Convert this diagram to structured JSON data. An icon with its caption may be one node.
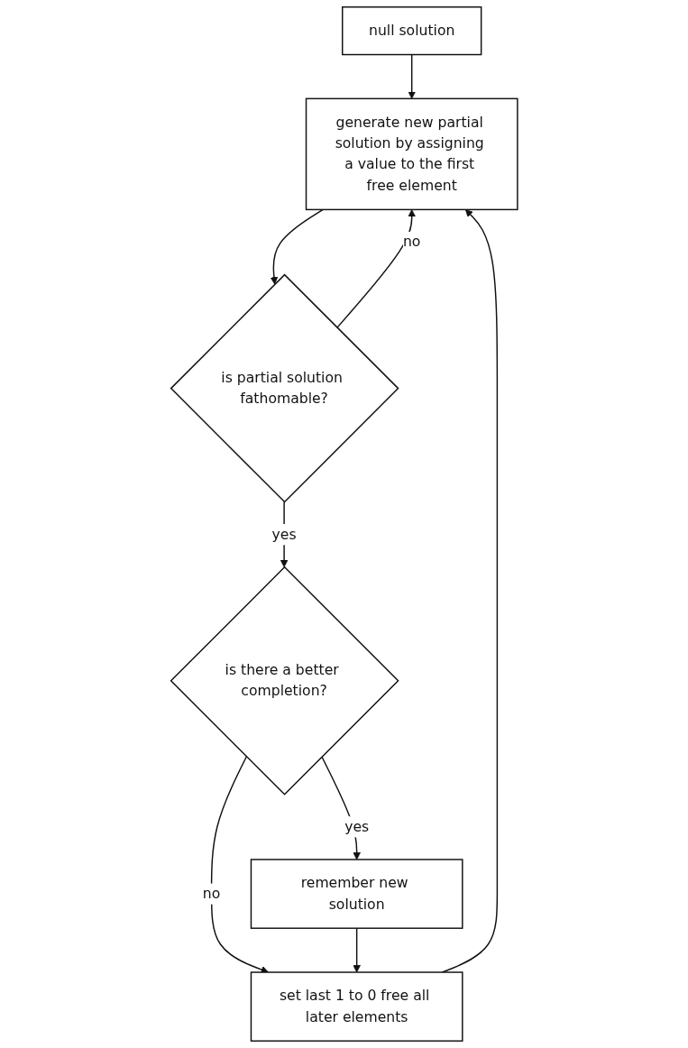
{
  "diagram": {
    "nodes": [
      {
        "text": [
          "null solution"
        ]
      },
      {
        "text": [
          "generate new partial solution by assigning a value to the first free element"
        ]
      },
      {
        "text": [
          "is partial solution fathomable?"
        ]
      },
      {
        "text": [
          "is there a better completion?"
        ]
      },
      {
        "text": [
          "set last 1 to 0 free all later elements"
        ]
      },
      {
        "text": [
          "remember new solution"
        ]
      }
    ],
    "edges": [
      {
        "from": 0,
        "to": 1,
        "arrow": "to"
      },
      {
        "from": 1,
        "to": 2,
        "arrow": "to"
      },
      {
        "from": 2,
        "to": 1,
        "arrow": "to",
        "label": "no"
      },
      {
        "from": 2,
        "to": 3,
        "arrow": "to",
        "label": "yes"
      },
      {
        "from": 3,
        "to": 4,
        "arrow": "to",
        "label": "no"
      },
      {
        "from": 3,
        "to": 5,
        "arrow": "to",
        "label": "yes"
      },
      {
        "from": 5,
        "to": 4,
        "arrow": "to"
      },
      {
        "from": 4,
        "to": 1,
        "arrow": "to"
      }
    ]
  }
}
